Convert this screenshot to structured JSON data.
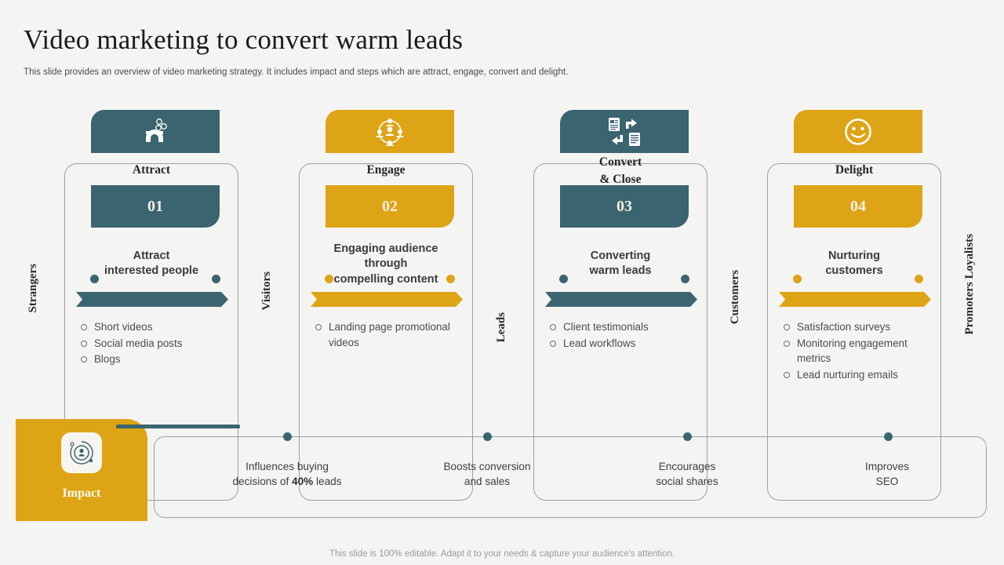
{
  "header": {
    "title": "Video marketing to convert warm leads",
    "subtitle": "This slide provides an overview of video marketing strategy. It includes impact and steps which are attract, engage, convert and delight."
  },
  "colors": {
    "teal": "#3a6470",
    "gold": "#dda415",
    "background": "#f4f4f2",
    "outline": "#9aa0a3"
  },
  "stage_labels": [
    {
      "text": "Strangers"
    },
    {
      "text": "Visitors"
    },
    {
      "text": "Leads"
    },
    {
      "text": "Customers"
    },
    {
      "text": "Promoters Loyalists"
    }
  ],
  "columns": [
    {
      "icon": "magnet-icon",
      "title": "Attract",
      "number": "01",
      "description": "Attract\ninterested people",
      "color": "teal",
      "bullets": [
        "Short videos",
        "Social media posts",
        "Blogs"
      ]
    },
    {
      "icon": "audience-network-icon",
      "title": "Engage",
      "number": "02",
      "description": "Engaging audience\nthrough\ncompelling content",
      "color": "gold",
      "bullets": [
        "Landing page promotional videos"
      ]
    },
    {
      "icon": "document-exchange-icon",
      "title": "Convert\n& Close",
      "number": "03",
      "description": "Converting\nwarm leads",
      "color": "teal",
      "bullets": [
        "Client testimonials",
        "Lead workflows"
      ]
    },
    {
      "icon": "smiley-face-icon",
      "title": "Delight",
      "number": "04",
      "description": "Nurturing\ncustomers",
      "color": "gold",
      "bullets": [
        "Satisfaction surveys",
        "Monitoring engagement metrics",
        "Lead nurturing  emails"
      ]
    }
  ],
  "impact": {
    "label": "Impact",
    "icon": "impact-orbit-icon",
    "items": [
      {
        "line1": "Influences  buying",
        "line2_pre": "decisions of ",
        "line2_bold": "40%",
        "line2_post": " leads"
      },
      {
        "line1": "Boosts conversion",
        "line2_pre": "and sales",
        "line2_bold": "",
        "line2_post": ""
      },
      {
        "line1": "Encourages",
        "line2_pre": "social shares",
        "line2_bold": "",
        "line2_post": ""
      },
      {
        "line1": "Improves",
        "line2_pre": "SEO",
        "line2_bold": "",
        "line2_post": ""
      }
    ]
  },
  "footer": {
    "text": "This slide is 100% editable. Adapt it to your needs & capture your audience's attention."
  }
}
